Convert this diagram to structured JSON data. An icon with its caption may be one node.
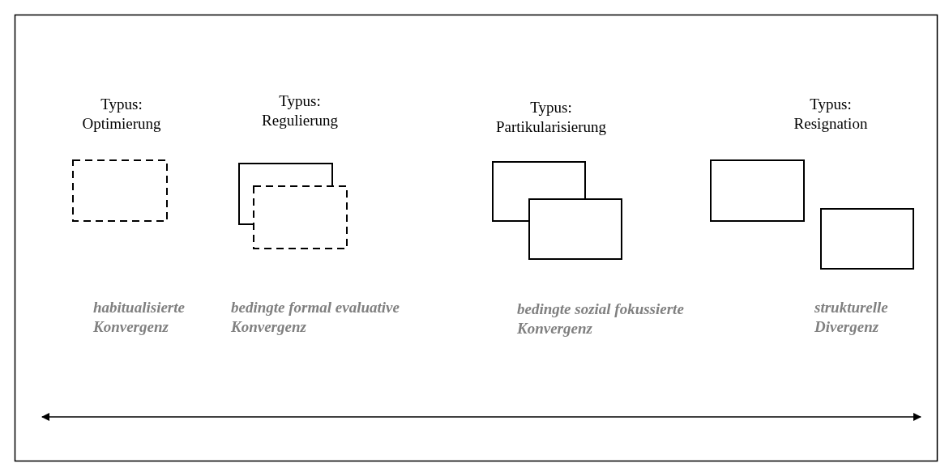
{
  "diagram": {
    "labels": [
      "Typus: Optimierung",
      "Typus: Regulierung",
      "Typus: Partikularisierung",
      "Typus: Resignation",
      "habitualisierte Konvergenz",
      "bedingte formal evaluative Konvergenz",
      "bedingte sozial fokussierte Konvergenz",
      "strukturelle Divergenz"
    ]
  }
}
